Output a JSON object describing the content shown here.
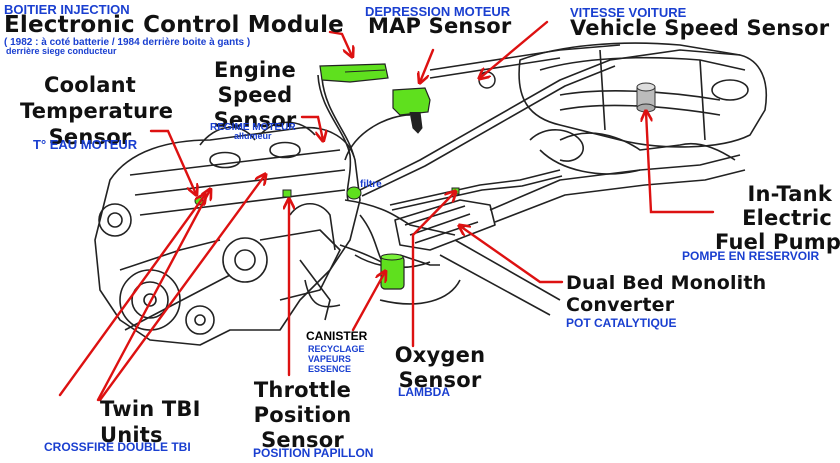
{
  "title": "Crossfire Injection components diagram",
  "colors": {
    "label_english": "#111111",
    "label_french": "#1a3fd0",
    "arrow": "#dd1111",
    "highlight_component": "#5fe01e",
    "line_art": "#222222"
  },
  "labels": {
    "ecm": {
      "fr": "BOITIER INJECTION",
      "en": "Electronic Control  Module",
      "note1": "( 1982 : à coté batterie / 1984 derrière boite à gants )",
      "note2": "derrière siege conducteur"
    },
    "map": {
      "fr": "DEPRESSION MOTEUR",
      "en": "MAP Sensor"
    },
    "vss": {
      "fr": "VITESSE VOITURE",
      "en": "Vehicle Speed Sensor"
    },
    "coolant": {
      "en_lines": [
        "Coolant",
        "Temperature",
        "Sensor"
      ],
      "fr": "T° EAU MOTEUR"
    },
    "ess": {
      "en_lines": [
        "Engine",
        "Speed",
        "Sensor"
      ],
      "fr": "REGIME MOTEUR",
      "fr2": "allumeur"
    },
    "filter": {
      "fr": "filtre"
    },
    "fuel_pump": {
      "en_lines": [
        "In-Tank",
        "Electric",
        "Fuel Pump"
      ],
      "fr": "POMPE EN RESERVOIR"
    },
    "converter": {
      "en_lines": [
        "Dual Bed  Monolith",
        "Converter"
      ],
      "fr": "POT CATALYTIQUE"
    },
    "canister": {
      "name": "CANISTER",
      "fr_lines": [
        "RECYCLAGE",
        "VAPEURS",
        "ESSENCE"
      ]
    },
    "oxygen": {
      "en_lines": [
        "Oxygen",
        "Sensor"
      ],
      "fr": "LAMBDA"
    },
    "tps": {
      "en_lines": [
        "Throttle",
        "Position",
        "Sensor"
      ],
      "fr": "POSITION PAPILLON"
    },
    "tbi": {
      "en_lines": [
        "Twin TBI",
        "Units"
      ],
      "fr": "CROSSFIRE DOUBLE TBI"
    }
  }
}
